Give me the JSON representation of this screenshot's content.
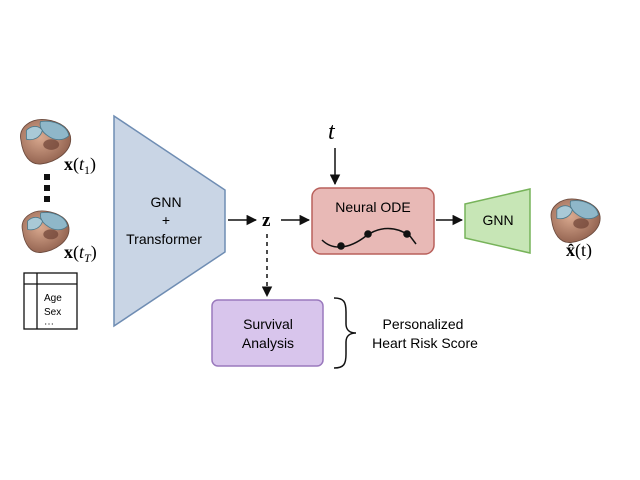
{
  "encoder": {
    "line1": "GNN",
    "line2": "+",
    "line3": "Transformer"
  },
  "latent": {
    "symbol": "z"
  },
  "time_input": {
    "symbol": "t"
  },
  "neural_ode": {
    "label": "Neural ODE"
  },
  "decoder": {
    "label": "GNN"
  },
  "survival": {
    "line1": "Survival",
    "line2": "Analysis"
  },
  "risk_score": {
    "line1": "Personalized",
    "line2": "Heart Risk Score"
  },
  "inputs": {
    "first_frame": {
      "var": "x",
      "open": "(",
      "base": "t",
      "sub": "1",
      "close": ")"
    },
    "last_frame": {
      "var": "x",
      "open": "(",
      "base": "t",
      "sub": "T",
      "close": ")"
    }
  },
  "output": {
    "var": "x̂",
    "rest": "(t)"
  },
  "table": {
    "rows": [
      "Age",
      "Sex",
      "⋯"
    ]
  },
  "colors": {
    "encoder_fill": "#c9d5e5",
    "encoder_stroke": "#6f8db3",
    "ode_fill": "#e8b9b6",
    "ode_stroke": "#b9605b",
    "gnn_fill": "#c7e6b6",
    "gnn_stroke": "#77b35a",
    "survival_fill": "#d8c5ec",
    "survival_stroke": "#9a79bd"
  },
  "icons": [
    "heart-mesh-icon",
    "patient-table-icon"
  ]
}
